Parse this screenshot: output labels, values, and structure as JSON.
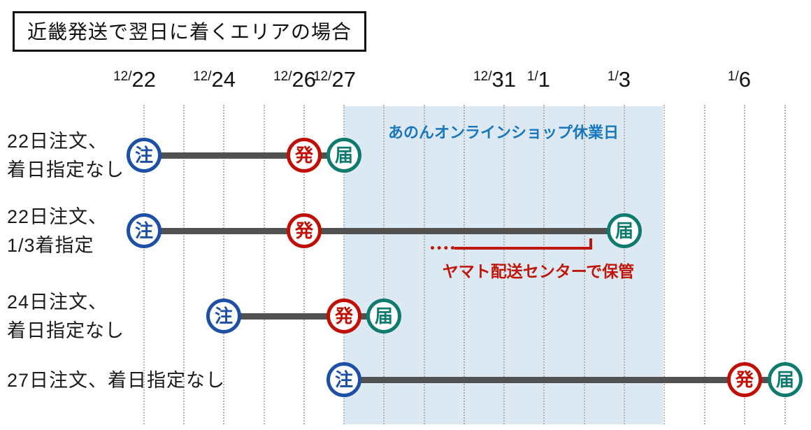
{
  "title": "近畿発送で翌日に着くエリアの場合",
  "axis": {
    "ticks": [
      {
        "month": "12/",
        "day": "22"
      },
      {
        "month": "12/",
        "day": "24"
      },
      {
        "month": "12/",
        "day": "26"
      },
      {
        "month": "12/",
        "day": "27"
      },
      {
        "month": "12/",
        "day": "31"
      },
      {
        "month": "1/",
        "day": "1"
      },
      {
        "month": "1/",
        "day": "3"
      },
      {
        "month": "1/",
        "day": "6"
      }
    ]
  },
  "holiday_band": {
    "label": "あのんオンラインショップ休業日",
    "start_date": "12/27",
    "end_date": "1/4",
    "bg_color": "#dde9f2",
    "text_color": "#1877bd"
  },
  "markers": {
    "order": "注",
    "ship": "発",
    "deliver": "届"
  },
  "marker_colors": {
    "order": "#1c4fa5",
    "ship": "#c01005",
    "deliver": "#0f7a6e"
  },
  "rows": [
    {
      "label1": "22日注文、",
      "label2": "着日指定なし",
      "order_date": "12/22",
      "ship_date": "12/26",
      "deliver_date": "12/27"
    },
    {
      "label1": "22日注文、",
      "label2": "1/3着指定",
      "order_date": "12/22",
      "ship_date": "12/26",
      "deliver_date": "1/3",
      "annotation": "ヤマト配送センターで保管"
    },
    {
      "label1": "24日注文、",
      "label2": "着日指定なし",
      "order_date": "12/24",
      "ship_date": "12/27",
      "deliver_date": "12/28"
    },
    {
      "label1": "27日注文、着日指定なし",
      "label2": "",
      "order_date": "12/27",
      "ship_date": "1/6",
      "deliver_date": "1/7"
    }
  ],
  "timeline_color": "#515151"
}
